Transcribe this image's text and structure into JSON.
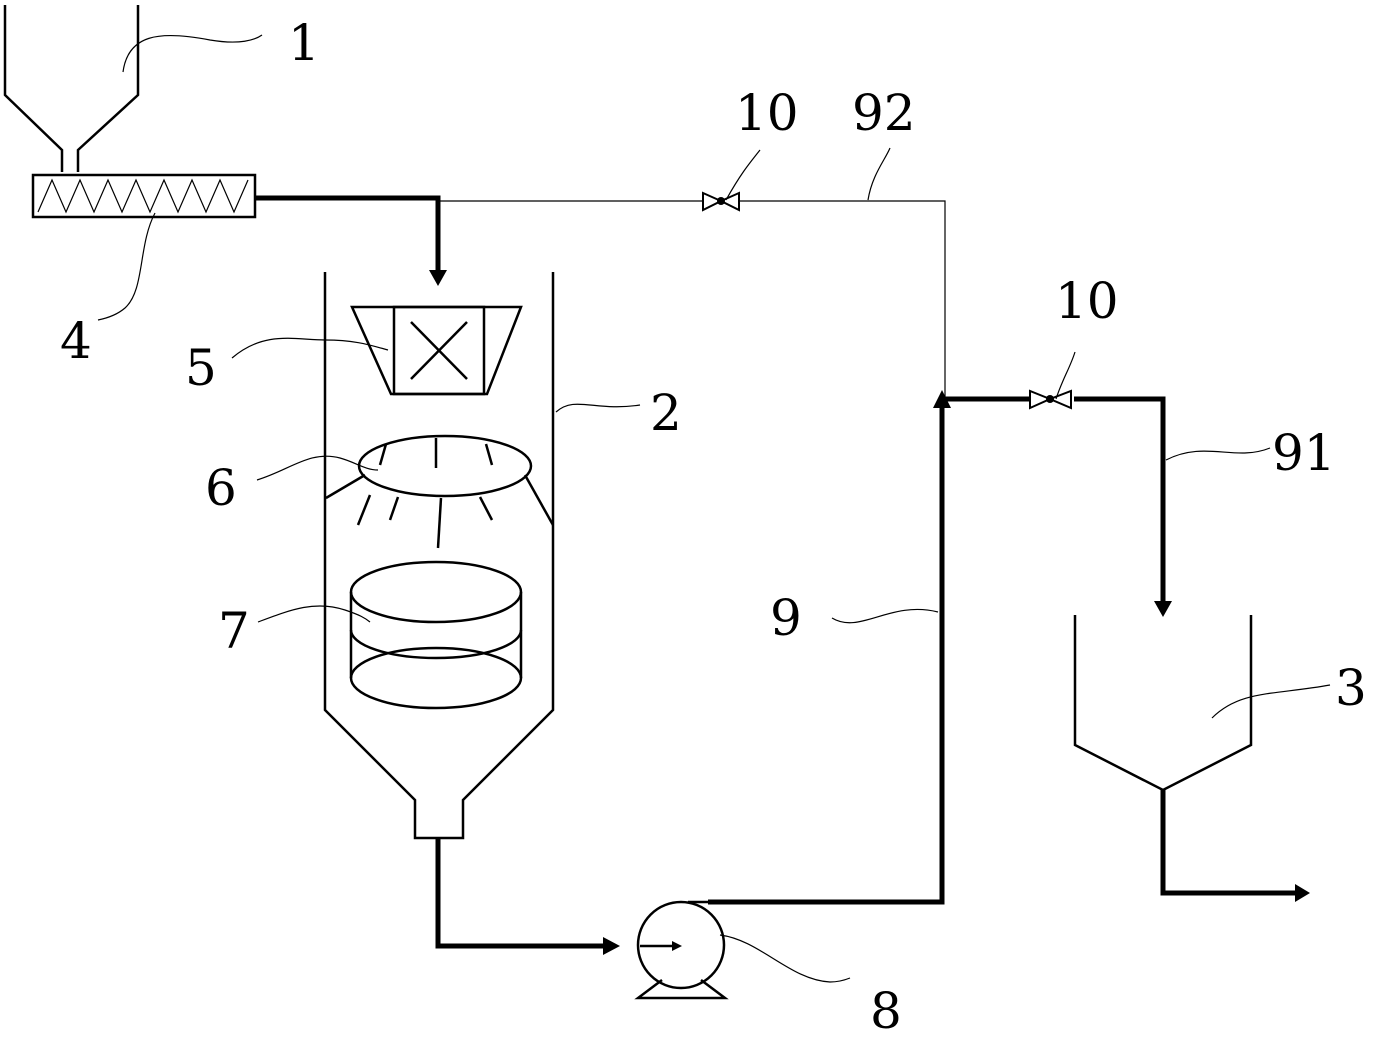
{
  "labels": {
    "hopper": "1",
    "tank": "2",
    "settling_tank": "3",
    "screw_feeder": "4",
    "distributor": "5",
    "spray_ring": "6",
    "filter_basket": "7",
    "pump": "8",
    "riser_pipe": "9",
    "valve_top": "10",
    "valve_right": "10",
    "branch_pipe": "91",
    "return_pipe": "92"
  }
}
